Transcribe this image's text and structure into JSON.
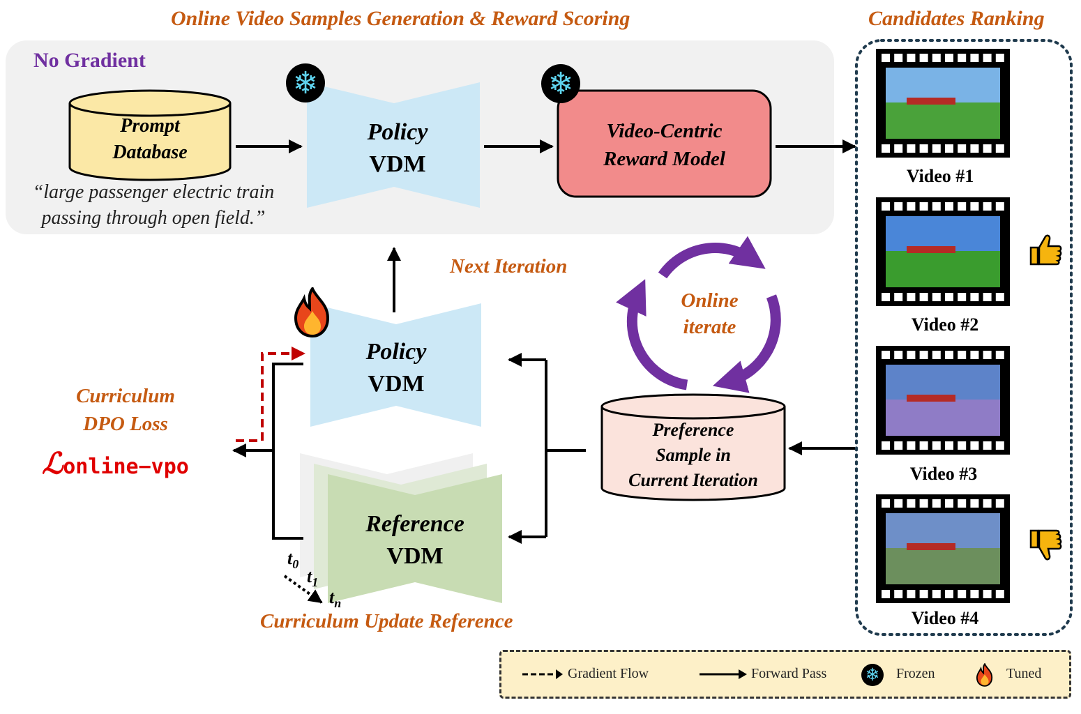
{
  "titles": {
    "online_generation": "Online Video Samples Generation & Reward Scoring",
    "candidates_ranking": "Candidates Ranking",
    "no_gradient": "No Gradient",
    "next_iteration": "Next Iteration",
    "curriculum_update": "Curriculum Update Reference"
  },
  "prompt_db": {
    "label_line1": "Prompt",
    "label_line2": "Database",
    "example_line1": "“large passenger electric train",
    "example_line2": "passing through open field.”"
  },
  "policy_frozen": {
    "line1": "Policy",
    "line2": "VDM"
  },
  "reward_model": {
    "line1": "Video-Centric",
    "line2": "Reward Model"
  },
  "policy_tuned": {
    "line1": "Policy",
    "line2": "VDM"
  },
  "reference": {
    "line1": "Reference",
    "line2": "VDM"
  },
  "online_iterate": {
    "line1": "Online",
    "line2": "iterate"
  },
  "preference_db": {
    "line1": "Preference",
    "line2": "Sample in",
    "line3": "Current Iteration"
  },
  "loss": {
    "title_line1": "Curriculum",
    "title_line2": "DPO Loss",
    "symbol": "ℒ",
    "subscript": "online−vpo"
  },
  "timesteps": [
    "t",
    "t",
    "t"
  ],
  "timestep_subs": [
    "0",
    "1",
    "n"
  ],
  "videos": [
    {
      "label": "Video #1",
      "rating": ""
    },
    {
      "label": "Video #2",
      "rating": "thumbs-up"
    },
    {
      "label": "Video #3",
      "rating": ""
    },
    {
      "label": "Video #4",
      "rating": "thumbs-down"
    }
  ],
  "legend": {
    "gradient_flow": "Gradient Flow",
    "forward_pass": "Forward Pass",
    "frozen": "Frozen",
    "tuned": "Tuned"
  },
  "colors": {
    "title_orange": "#c55a11",
    "no_gradient_purple": "#7030a0",
    "policy_blue": "#cce8f6",
    "reward_red": "#f28b8b",
    "reference_green": "#c8dcb3",
    "prompt_db_yellow": "#fbe8a6",
    "pref_db_pink": "#fbe3dc",
    "loss_red": "#e00000",
    "gradient_dash_red": "#c00000",
    "cycle_purple": "#7030a0",
    "legend_bg": "#fdf0c8"
  }
}
